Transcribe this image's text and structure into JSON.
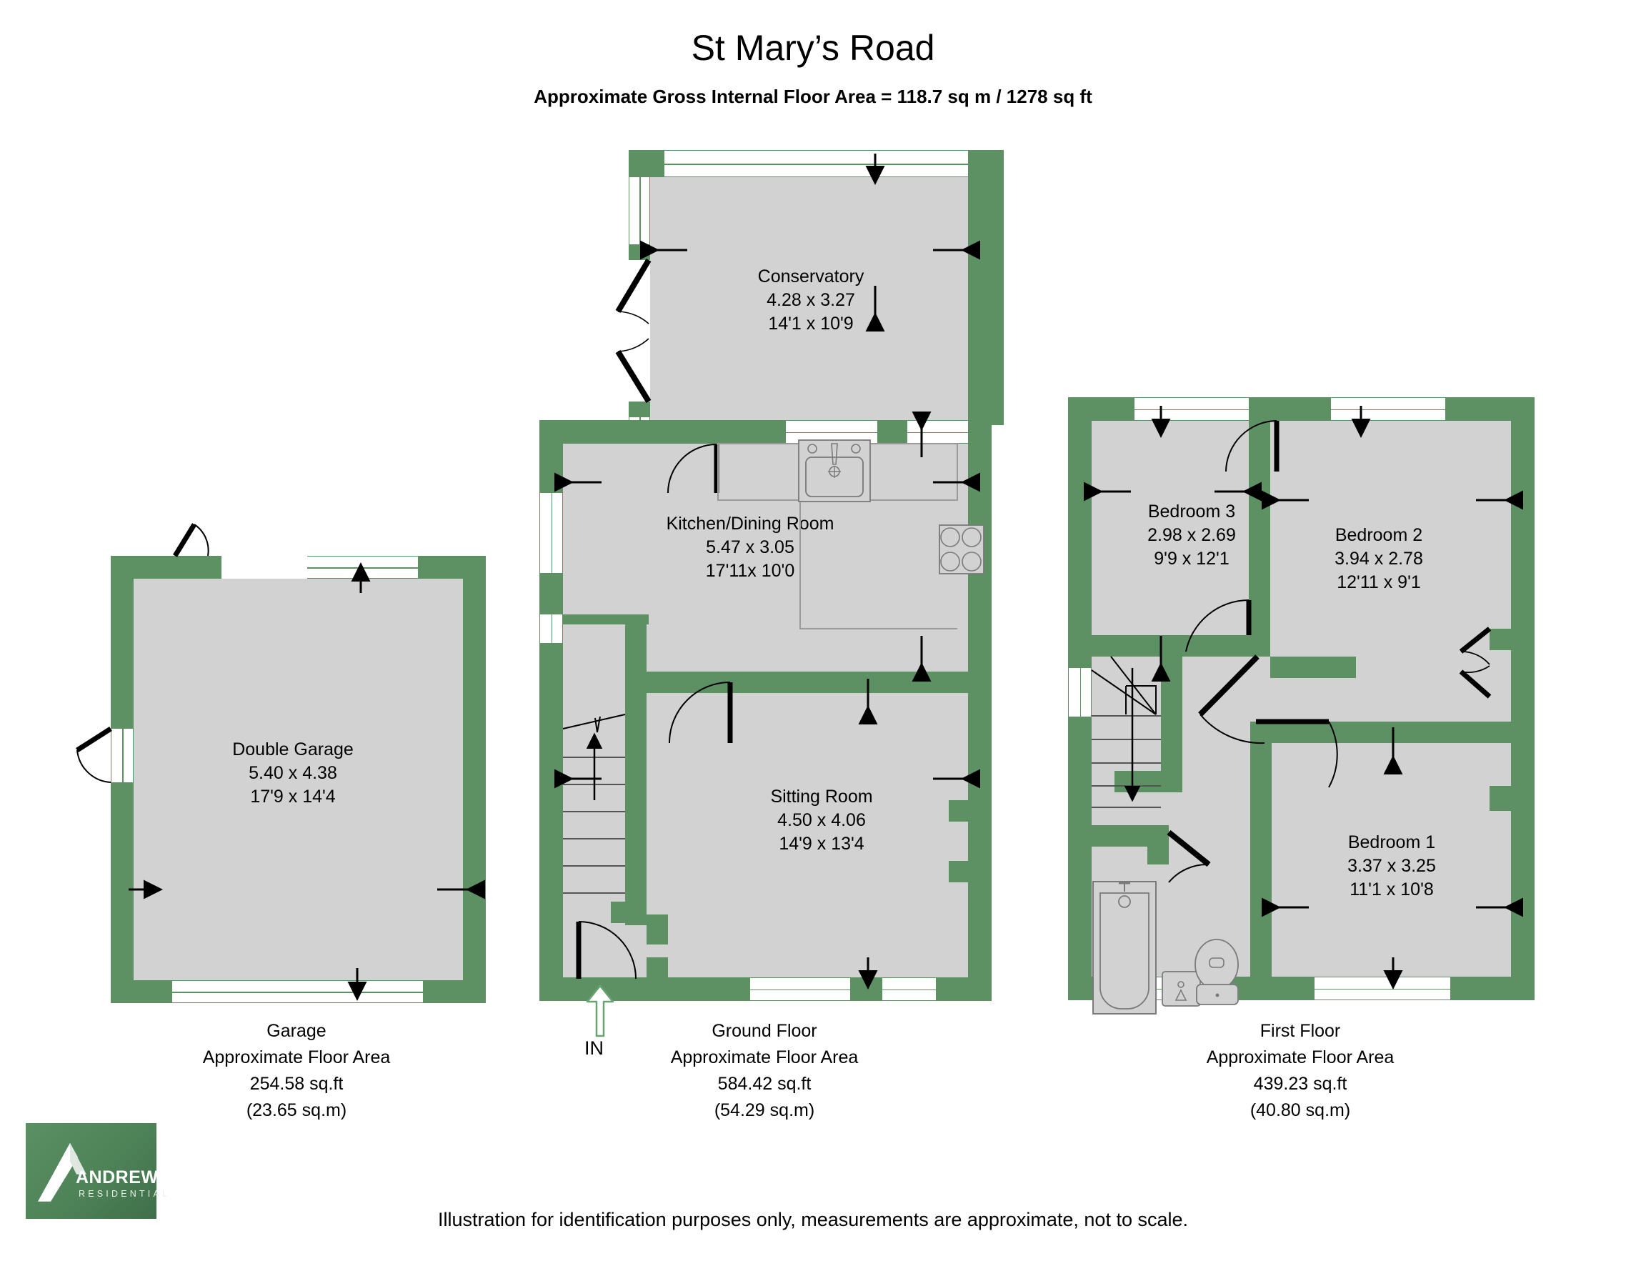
{
  "header": {
    "title": "St Mary’s Road",
    "subtitle": "Approximate Gross Internal Floor Area =  118.7 sq m / 1278 sq ft"
  },
  "colors": {
    "wall": "#5d9164",
    "floor": "#d2d2d2",
    "window": "#ffffff",
    "text": "#000000",
    "logo_green": "#5b9064"
  },
  "rooms": [
    {
      "key": "conservatory",
      "name": "Conservatory",
      "metric": "4.28 x 3.27",
      "imperial": "14'1 x 10'9",
      "plan": "ground"
    },
    {
      "key": "kitchen_dining",
      "name": "Kitchen/Dining Room",
      "metric": "5.47 x 3.05",
      "imperial": "17'11x 10'0",
      "plan": "ground"
    },
    {
      "key": "sitting_room",
      "name": "Sitting Room",
      "metric": "4.50 x 4.06",
      "imperial": "14'9 x 13'4",
      "plan": "ground"
    },
    {
      "key": "double_garage",
      "name": "Double Garage",
      "metric": "5.40 x 4.38",
      "imperial": "17'9 x 14'4",
      "plan": "garage"
    },
    {
      "key": "bedroom3",
      "name": "Bedroom 3",
      "metric": "2.98 x 2.69",
      "imperial": "9'9 x 12'1",
      "plan": "first"
    },
    {
      "key": "bedroom2",
      "name": "Bedroom 2",
      "metric": "3.94 x 2.78",
      "imperial": "12'11 x 9'1",
      "plan": "first"
    },
    {
      "key": "bedroom1",
      "name": "Bedroom 1",
      "metric": "3.37 x 3.25",
      "imperial": "11'1 x 10'8",
      "plan": "first"
    }
  ],
  "plans": [
    {
      "key": "garage",
      "caption_title": "Garage",
      "caption_line2": "Approximate Floor Area",
      "caption_area_ft": "254.58 sq.ft",
      "caption_area_m": "(23.65 sq.m)"
    },
    {
      "key": "ground",
      "caption_title": "Ground Floor",
      "caption_line2": "Approximate Floor Area",
      "caption_area_ft": "584.42 sq.ft",
      "caption_area_m": "(54.29 sq.m)"
    },
    {
      "key": "first",
      "caption_title": "First Floor",
      "caption_line2": "Approximate Floor Area",
      "caption_area_ft": "439.23 sq.ft",
      "caption_area_m": "(40.80 sq.m)"
    }
  ],
  "entrance": {
    "label": "IN"
  },
  "logo": {
    "name": "ANDREWS",
    "tagline": "RESIDENTIAL"
  },
  "footer": {
    "disclaimer": "Illustration for identification purposes only, measurements are approximate, not to scale."
  }
}
